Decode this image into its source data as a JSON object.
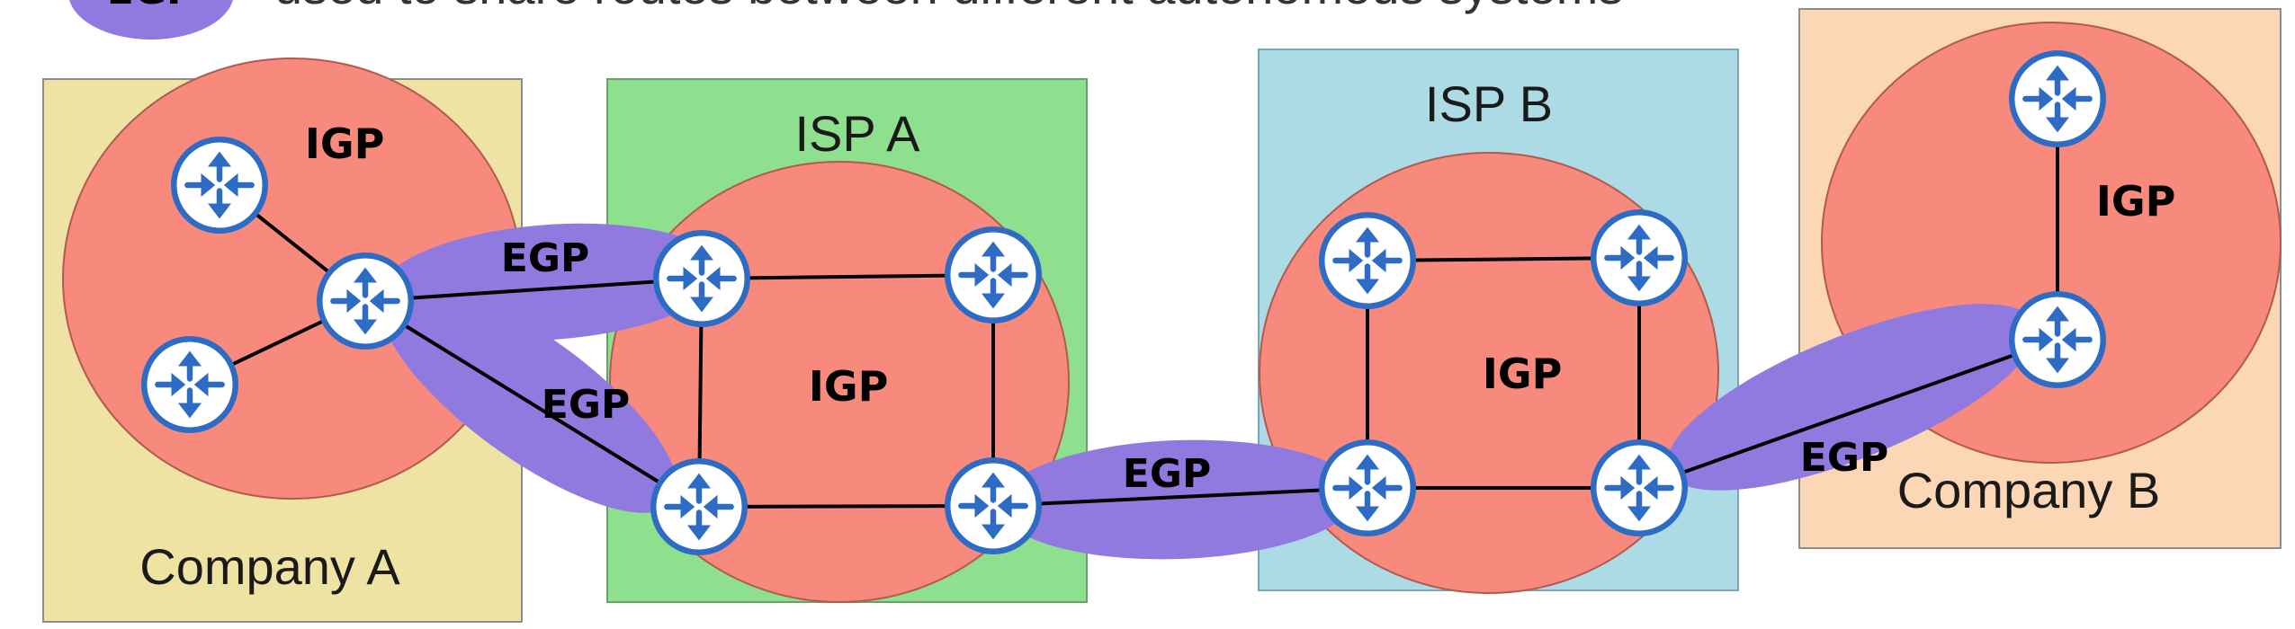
{
  "legend": {
    "badge_label": "EGP",
    "caption": "used to share routes between different autonomous systems",
    "color": "#9079df"
  },
  "zones": {
    "company_a": {
      "title": "Company A",
      "color": "#efe3a4"
    },
    "isp_a": {
      "title": "ISP A",
      "color": "#8fe08e"
    },
    "isp_b": {
      "title": "ISP B",
      "color": "#acdbe6"
    },
    "company_b": {
      "title": "Company B",
      "color": "#fbd7b5"
    }
  },
  "igp": {
    "label": "IGP",
    "color": "#f78a7d"
  },
  "egp": {
    "label": "EGP",
    "color": "#9079df"
  },
  "router": {
    "icon": "router-icon",
    "fill": "#ffffff",
    "stroke": "#2e6bc4"
  },
  "routers": [
    {
      "id": "ca-top"
    },
    {
      "id": "ca-hub"
    },
    {
      "id": "ca-bottom"
    },
    {
      "id": "ia-top-left"
    },
    {
      "id": "ia-top-right"
    },
    {
      "id": "ia-bottom-left"
    },
    {
      "id": "ia-bottom-right"
    },
    {
      "id": "ib-top-left"
    },
    {
      "id": "ib-top-right"
    },
    {
      "id": "ib-bottom-left"
    },
    {
      "id": "ib-bottom-right"
    },
    {
      "id": "cb-top"
    },
    {
      "id": "cb-bottom"
    }
  ],
  "links": [
    [
      "ca-top",
      "ca-hub"
    ],
    [
      "ca-bottom",
      "ca-hub"
    ],
    [
      "ca-hub",
      "ia-top-left"
    ],
    [
      "ca-hub",
      "ia-bottom-left"
    ],
    [
      "ia-top-left",
      "ia-top-right"
    ],
    [
      "ia-top-left",
      "ia-bottom-left"
    ],
    [
      "ia-top-right",
      "ia-bottom-right"
    ],
    [
      "ia-bottom-left",
      "ia-bottom-right"
    ],
    [
      "ia-bottom-right",
      "ib-bottom-left"
    ],
    [
      "ib-top-left",
      "ib-top-right"
    ],
    [
      "ib-top-left",
      "ib-bottom-left"
    ],
    [
      "ib-top-right",
      "ib-bottom-right"
    ],
    [
      "ib-bottom-left",
      "ib-bottom-right"
    ],
    [
      "ib-bottom-right",
      "cb-bottom"
    ],
    [
      "cb-top",
      "cb-bottom"
    ]
  ]
}
